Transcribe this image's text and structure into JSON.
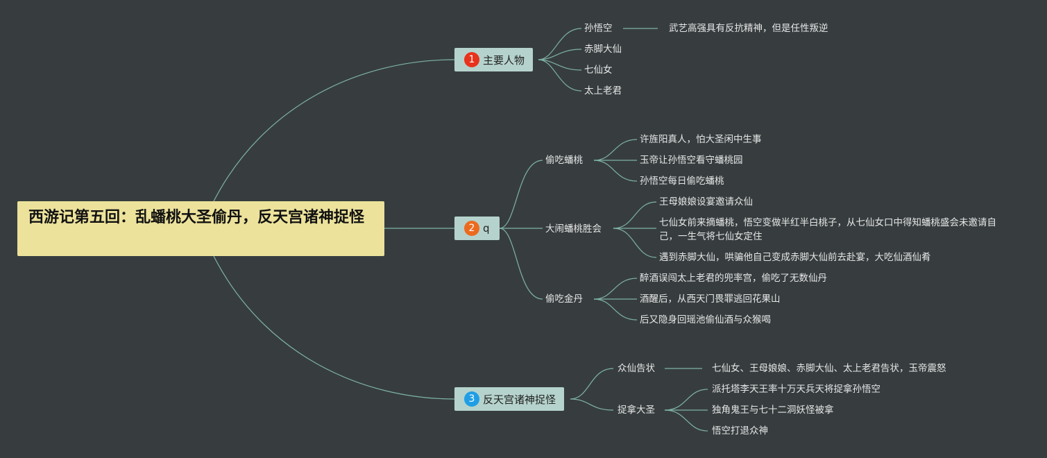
{
  "colors": {
    "background": "#373d3f",
    "root_fill": "#ece29b",
    "branch_fill": "#b5d3cc",
    "connector": "#7fb3a6",
    "badge_1": "#e8321c",
    "badge_2": "#ec6a1e",
    "badge_3": "#1f9ee6"
  },
  "root": {
    "title": "西游记第五回：乱蟠桃大圣偷丹，反天宫诸神捉怪"
  },
  "branches": [
    {
      "badge": "1",
      "label": "主要人物",
      "children": [
        {
          "label": "孙悟空",
          "children": [
            {
              "label": "武艺高强具有反抗精神，但是任性叛逆"
            }
          ]
        },
        {
          "label": "赤脚大仙"
        },
        {
          "label": "七仙女"
        },
        {
          "label": "太上老君"
        }
      ]
    },
    {
      "badge": "2",
      "label": "q",
      "children": [
        {
          "label": "偷吃蟠桃",
          "children": [
            {
              "label": "许旌阳真人，怕大圣闲中生事"
            },
            {
              "label": "玉帝让孙悟空看守蟠桃园"
            },
            {
              "label": "孙悟空每日偷吃蟠桃"
            }
          ]
        },
        {
          "label": "大闹蟠桃胜会",
          "children": [
            {
              "label": "王母娘娘设宴邀请众仙"
            },
            {
              "label": "七仙女前来摘蟠桃，悟空变做半红半白桃子，从七仙女口中得知蟠桃盛会未邀请自己，一生气将七仙女定住"
            },
            {
              "label": "遇到赤脚大仙，哄骗他自己变成赤脚大仙前去赴宴，大吃仙酒仙肴"
            }
          ]
        },
        {
          "label": "偷吃金丹",
          "children": [
            {
              "label": "醉酒误闯太上老君的兜率宫，偷吃了无数仙丹"
            },
            {
              "label": "酒醒后，从西天门畏罪逃回花果山"
            },
            {
              "label": "后又隐身回瑶池偷仙酒与众猴喝"
            }
          ]
        }
      ]
    },
    {
      "badge": "3",
      "label": "反天宫诸神捉怪",
      "children": [
        {
          "label": "众仙告状",
          "children": [
            {
              "label": "七仙女、王母娘娘、赤脚大仙、太上老君告状，玉帝震怒"
            }
          ]
        },
        {
          "label": "捉拿大圣",
          "children": [
            {
              "label": "派托塔李天王率十万天兵天将捉拿孙悟空"
            },
            {
              "label": "独角鬼王与七十二洞妖怪被拿"
            },
            {
              "label": "悟空打退众神"
            }
          ]
        }
      ]
    }
  ]
}
